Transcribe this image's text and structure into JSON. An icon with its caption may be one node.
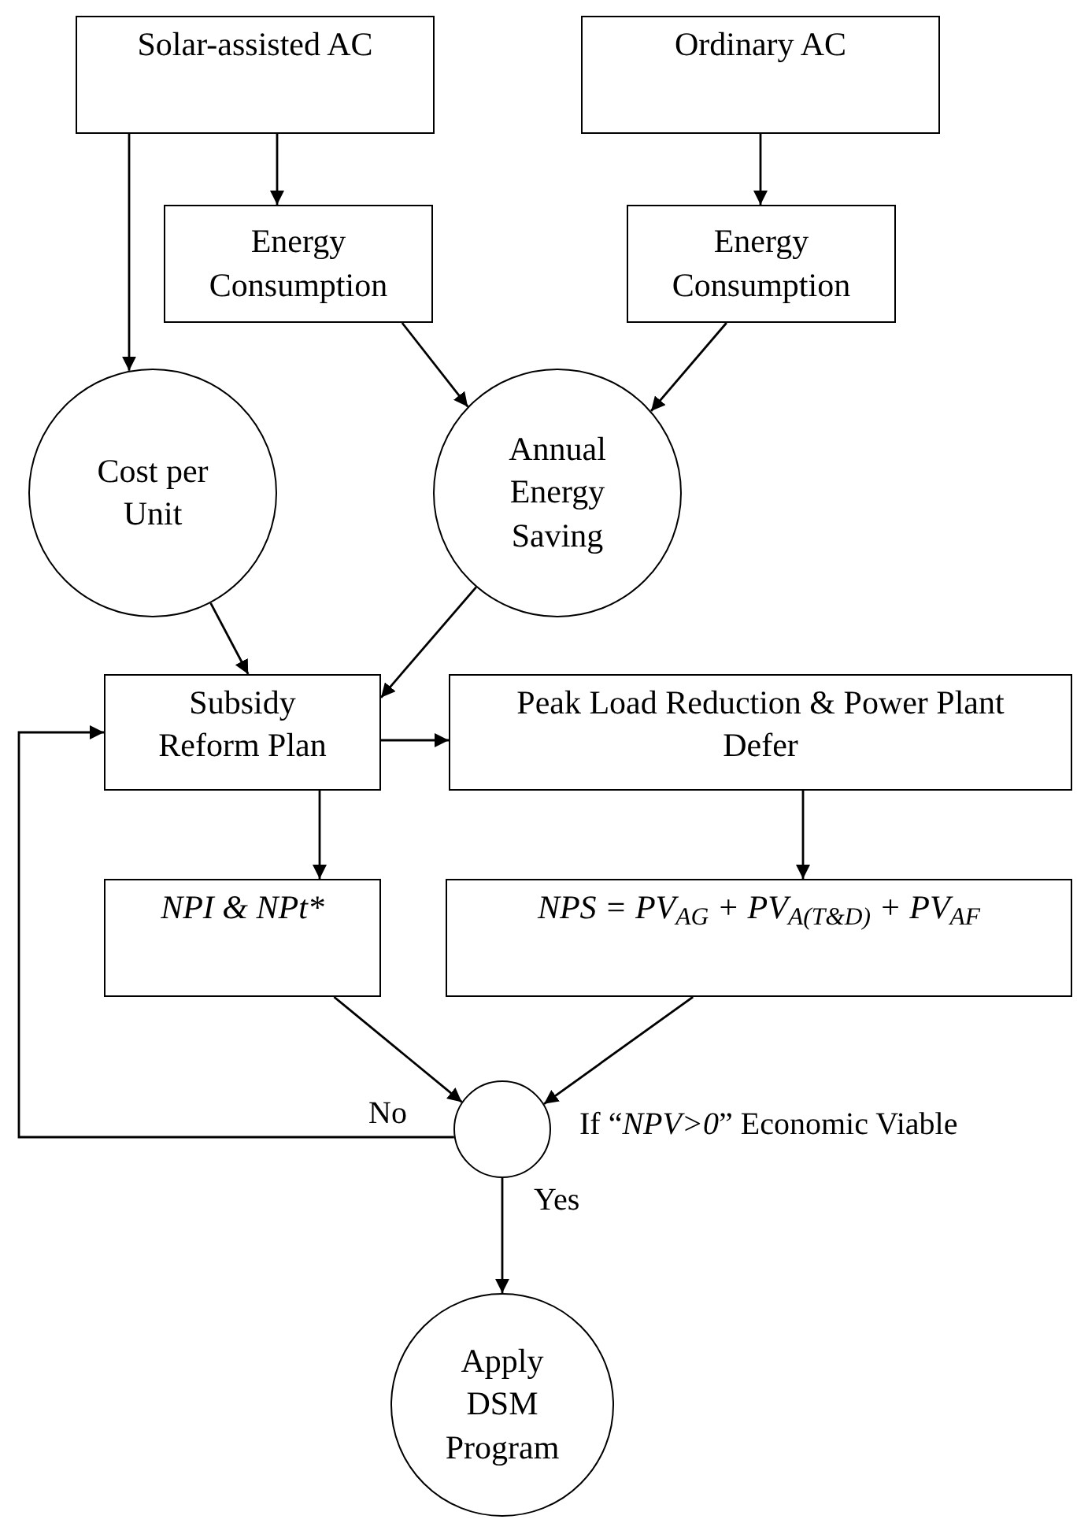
{
  "diagram": {
    "nodes": [
      {
        "text": [
          "Solar-assisted AC"
        ]
      },
      {
        "text": [
          "Ordinary AC"
        ]
      },
      {
        "text": [
          "Energy Consumption"
        ]
      },
      {
        "text": [
          "Energy Consumption"
        ]
      },
      {
        "text": [
          "Cost per Unit"
        ]
      },
      {
        "text": [
          "Annual Energy Saving"
        ]
      },
      {
        "text": [
          "Subsidy Reform Plan"
        ]
      },
      {
        "text": [
          "Peak Load Reduction & Power Plant Defer"
        ]
      },
      {
        "text": [
          "NPI & NPt*"
        ]
      },
      {
        "text": [
          "NPS = PV$_{AG}$ + PV$_{A(T&D)}$ + PV$_{AF}$"
        ]
      },
      {
        "text": [],
        "shape": "circle",
        "beside": [
          "If “*NPV>0*” Economic Viable"
        ]
      },
      {
        "text": [
          "Apply DSM Program"
        ]
      }
    ],
    "edges": [
      {
        "from": 0,
        "to": 2,
        "arrow": "to"
      },
      {
        "from": 0,
        "to": 4,
        "arrow": "to"
      },
      {
        "from": 1,
        "to": 3,
        "arrow": "to"
      },
      {
        "from": 2,
        "to": 5,
        "arrow": "to"
      },
      {
        "from": 3,
        "to": 5,
        "arrow": "to"
      },
      {
        "from": 4,
        "to": 6,
        "arrow": "to"
      },
      {
        "from": 5,
        "to": 6,
        "arrow": "to"
      },
      {
        "from": 6,
        "to": 7,
        "arrow": "to"
      },
      {
        "from": 6,
        "to": 8,
        "arrow": "to"
      },
      {
        "from": 7,
        "to": 9,
        "arrow": "to"
      },
      {
        "from": 8,
        "to": 10,
        "arrow": "to"
      },
      {
        "from": 9,
        "to": 10,
        "arrow": "to"
      },
      {
        "from": 10,
        "to": 6,
        "arrow": "to",
        "label": "No"
      },
      {
        "from": 10,
        "to": 11,
        "arrow": "to",
        "label": "Yes"
      }
    ]
  }
}
